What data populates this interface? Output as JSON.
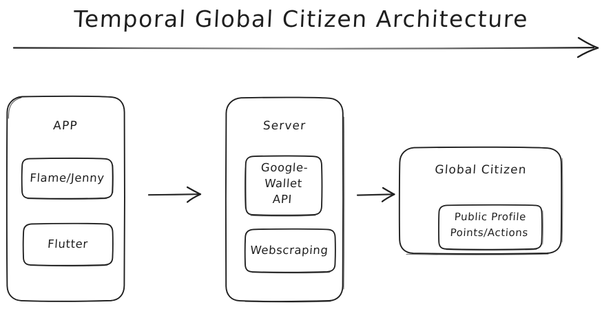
{
  "diagram": {
    "title": "Temporal Global Citizen Architecture",
    "timeline_arrow": "right-arrow",
    "stroke_color": "#1f1f1f",
    "background_color": "#ffffff",
    "groups": [
      {
        "id": "app",
        "title": "APP",
        "nodes": [
          {
            "id": "flame-jenny",
            "label": "Flame/Jenny"
          },
          {
            "id": "flutter",
            "label": "Flutter"
          }
        ]
      },
      {
        "id": "server",
        "title": "Server",
        "nodes": [
          {
            "id": "google-wallet-api",
            "label": "Google-\nWallet\nAPI"
          },
          {
            "id": "webscraping",
            "label": "Webscraping"
          }
        ]
      },
      {
        "id": "global-citizen",
        "title": "Global Citizen",
        "nodes": [
          {
            "id": "public-profile",
            "label": "Public Profile\nPoints/Actions"
          }
        ]
      }
    ],
    "connectors": [
      {
        "id": "app-to-server",
        "from": "app",
        "to": "server",
        "icon": "arrow-right-icon"
      },
      {
        "id": "server-to-global-citizen",
        "from": "server",
        "to": "global-citizen",
        "icon": "arrow-right-icon"
      }
    ]
  }
}
